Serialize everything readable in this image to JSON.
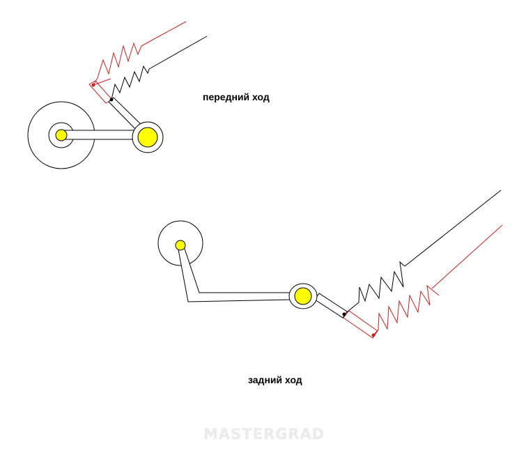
{
  "labels": {
    "front_stroke": "передний ход",
    "rear_stroke": "задний ход"
  },
  "watermark": "MASTERGRAD",
  "colors": {
    "background": "#ffffff",
    "line": "#000000",
    "red_line": "#cc1f1f",
    "joint_fill": "#ffff00",
    "joint_outline": "#000000"
  }
}
